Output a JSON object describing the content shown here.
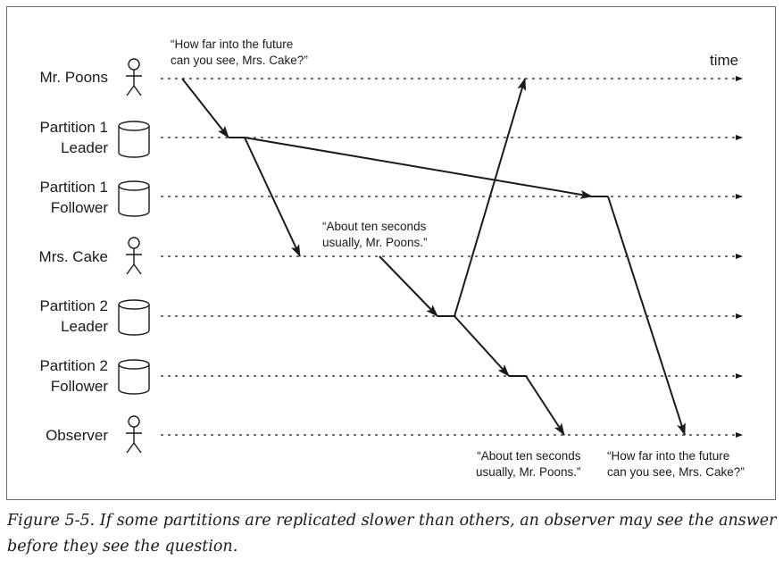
{
  "time_label": "time",
  "participants": [
    {
      "id": "mr-poons",
      "label_lines": [
        "Mr. Poons"
      ],
      "icon": "person-icon"
    },
    {
      "id": "partition-1-leader",
      "label_lines": [
        "Partition 1",
        "Leader"
      ],
      "icon": "database-icon"
    },
    {
      "id": "partition-1-follower",
      "label_lines": [
        "Partition 1",
        "Follower"
      ],
      "icon": "database-icon"
    },
    {
      "id": "mrs-cake",
      "label_lines": [
        "Mrs. Cake"
      ],
      "icon": "person-icon"
    },
    {
      "id": "partition-2-leader",
      "label_lines": [
        "Partition 2",
        "Leader"
      ],
      "icon": "database-icon"
    },
    {
      "id": "partition-2-follower",
      "label_lines": [
        "Partition 2",
        "Follower"
      ],
      "icon": "database-icon"
    },
    {
      "id": "observer",
      "label_lines": [
        "Observer"
      ],
      "icon": "person-icon"
    }
  ],
  "quotes": {
    "question_top": [
      "“How far into the future",
      "can you see, Mrs. Cake?”"
    ],
    "answer_mid": [
      "“About ten seconds",
      "usually, Mr. Poons.”"
    ],
    "answer_bottom": [
      "“About ten seconds",
      "usually, Mr. Poons.”"
    ],
    "question_bottom": [
      "“How far into the future",
      "can you see, Mrs. Cake?”"
    ]
  },
  "caption": "Figure 5-5. If some partitions are replicated slower than others, an observer may see the answer before they see the question."
}
